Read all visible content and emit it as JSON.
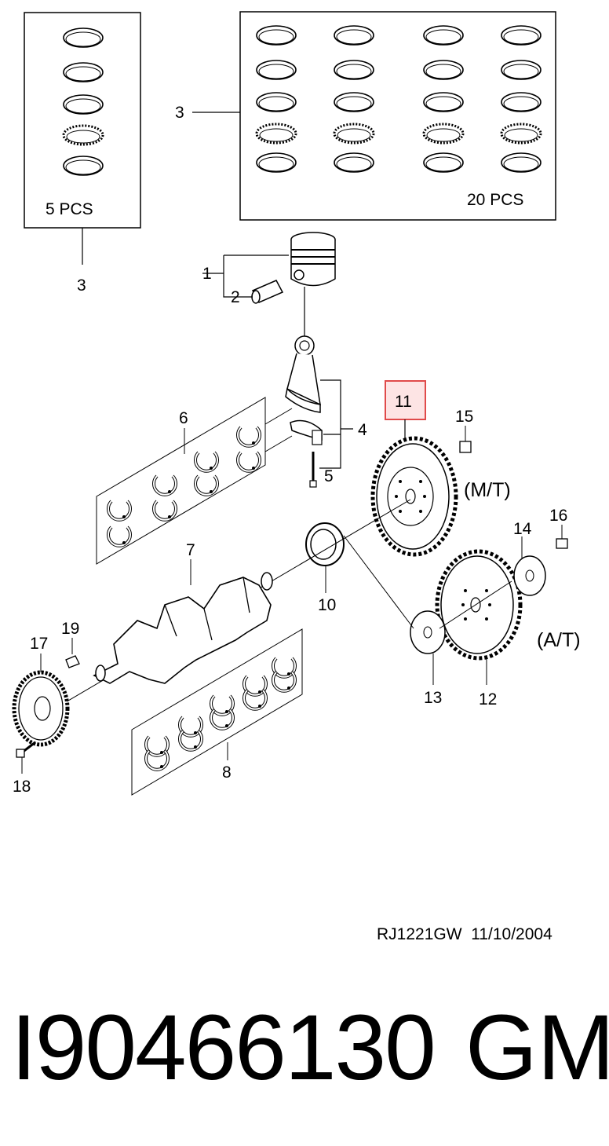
{
  "callouts": {
    "c1": "1",
    "c2": "2",
    "c3a": "3",
    "c3b": "3",
    "c4": "4",
    "c5": "5",
    "c6": "6",
    "c7": "7",
    "c8": "8",
    "c10": "10",
    "c11": "11",
    "c12": "12",
    "c13": "13",
    "c14": "14",
    "c15": "15",
    "c16": "16",
    "c17": "17",
    "c18": "18",
    "c19": "19"
  },
  "boxes": {
    "small_qty": "5 PCS",
    "large_qty": "20 PCS"
  },
  "notes": {
    "manual": "(M/T)",
    "automatic": "(A/T)"
  },
  "highlight": {
    "color": "#e04a4a",
    "fill": "#fde4e4"
  },
  "footer": {
    "reference": "RJ1221GW  11/10/2004",
    "part_number": "I90466130",
    "brand": "GM"
  }
}
